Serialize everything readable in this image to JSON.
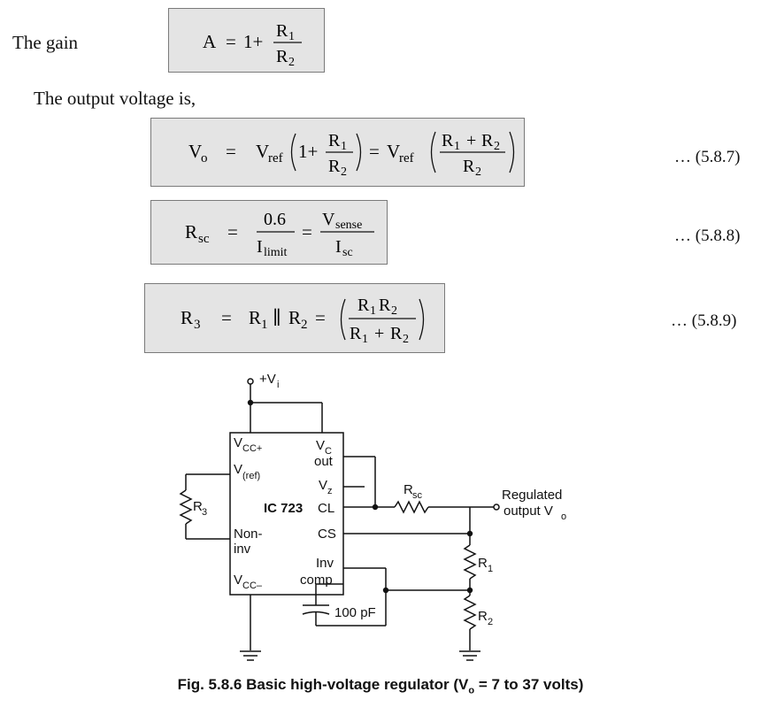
{
  "gain": {
    "intro": "The gain",
    "lhs": "A",
    "eq": "=",
    "one_plus": "1+",
    "num": "R",
    "num_sub": "1",
    "den": "R",
    "den_sub": "2"
  },
  "output_intro": "The output voltage is,",
  "eq587": {
    "lhs": "V",
    "lhs_sub": "o",
    "vref": "V",
    "vref_sub": "ref",
    "one_plus": "1+",
    "r": "R",
    "sub1": "1",
    "sub2": "2",
    "plus": "+",
    "eq": "=",
    "number": "… (5.8.7)"
  },
  "eq588": {
    "lhs": "R",
    "lhs_sub": "sc",
    "eq": "=",
    "num1": "0.6",
    "den1": "I",
    "den1_sub": "limit",
    "num2": "V",
    "num2_sub": "sense",
    "den2": "I",
    "den2_sub": "sc",
    "number": "… (5.8.8)"
  },
  "eq589": {
    "lhs": "R",
    "lhs_sub": "3",
    "eq": "=",
    "r": "R",
    "sub1": "1",
    "sub2": "2",
    "parallel": "∥",
    "plus": "+",
    "number": "… (5.8.9)"
  },
  "circuit": {
    "supply": "+V",
    "supply_sub": "i",
    "ic_name": "IC 723",
    "pin_vccplus": "V",
    "pin_vccplus_sub": "CC+",
    "pin_vref": "V",
    "pin_vref_sub": "(ref)",
    "pin_noninv_1": "Non-",
    "pin_noninv_2": "inv",
    "pin_vccminus": "V",
    "pin_vccminus_sub": "CC–",
    "pin_vc": "V",
    "pin_vc_sub": "C",
    "pin_out": "out",
    "pin_vz": "V",
    "pin_vz_sub": "z",
    "pin_cl": "CL",
    "pin_cs": "CS",
    "pin_inv": "Inv",
    "pin_comp": "comp",
    "r3": "R",
    "r3_sub": "3",
    "rsc": "R",
    "rsc_sub": "sc",
    "r1": "R",
    "r1_sub": "1",
    "r2": "R",
    "r2_sub": "2",
    "cap": "100 pF",
    "output_1": "Regulated",
    "output_2": "output V",
    "output_sub": "o"
  },
  "caption": {
    "text": "Fig. 5.8.6 Basic high-voltage regulator (V",
    "sub": "o",
    "tail": " = 7 to 37 volts)"
  }
}
